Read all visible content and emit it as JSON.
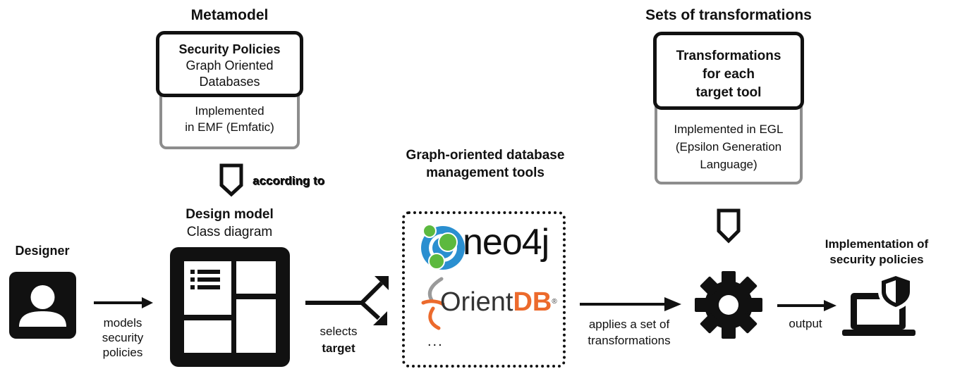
{
  "metamodel": {
    "title": "Metamodel",
    "inner_title": "Security Policies",
    "inner_line1": "Graph Oriented",
    "inner_line2": "Databases",
    "impl_line1": "Implemented",
    "impl_line2": "in EMF (Emfatic)"
  },
  "according_to": "according to",
  "design_model": {
    "title": "Design model",
    "subtitle": "Class diagram"
  },
  "designer": "Designer",
  "models_label": [
    "models",
    "security",
    "policies"
  ],
  "selects_label": {
    "line1": "selects",
    "line2": "target"
  },
  "tools": {
    "title_line1": "Graph-oriented database",
    "title_line2": "management tools",
    "neo4j": "neo4j",
    "orient": "Orient",
    "db": "DB",
    "registered": "®",
    "ellipsis": "..."
  },
  "applies_label": {
    "line1": "applies a set of",
    "line2": "transformations"
  },
  "transformations": {
    "title": "Sets of transformations",
    "inner_line1": "Transformations",
    "inner_line2": "for each",
    "inner_line3": "target tool",
    "impl_line1": "Implemented in EGL",
    "impl_line2": "(Epsilon Generation",
    "impl_line3": "Language)"
  },
  "output_label": "output",
  "implementation": {
    "line1": "Implementation of",
    "line2": "security policies"
  },
  "colors": {
    "neo4j_blue": "#2a8fd0",
    "neo4j_green": "#5cb93f",
    "orient_orange": "#ec6a2c",
    "gray_border": "#8d8d8d"
  }
}
